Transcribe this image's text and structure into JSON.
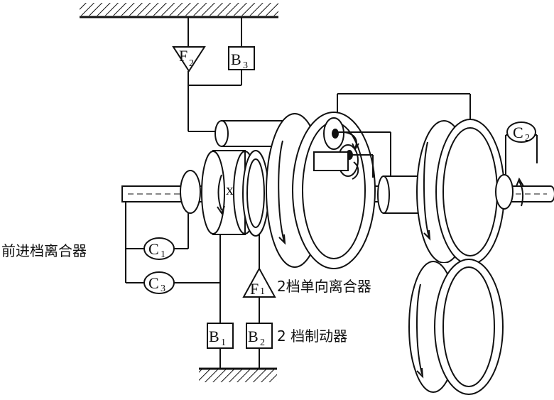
{
  "labels": {
    "forward_clutch": "前进档离合器",
    "second_oneway_clutch": "2档单向离合器",
    "second_brake": "2 档制动器"
  },
  "symbols": {
    "f2": {
      "letter": "F",
      "sub": "2"
    },
    "b3": {
      "letter": "B",
      "sub": "3"
    },
    "c2": {
      "letter": "C",
      "sub": "2"
    },
    "c1": {
      "letter": "C",
      "sub": "1"
    },
    "c3": {
      "letter": "C",
      "sub": "3"
    },
    "f1": {
      "letter": "F",
      "sub": "1"
    },
    "b1": {
      "letter": "B",
      "sub": "1"
    },
    "b2": {
      "letter": "B",
      "sub": "2"
    },
    "x": "x"
  }
}
